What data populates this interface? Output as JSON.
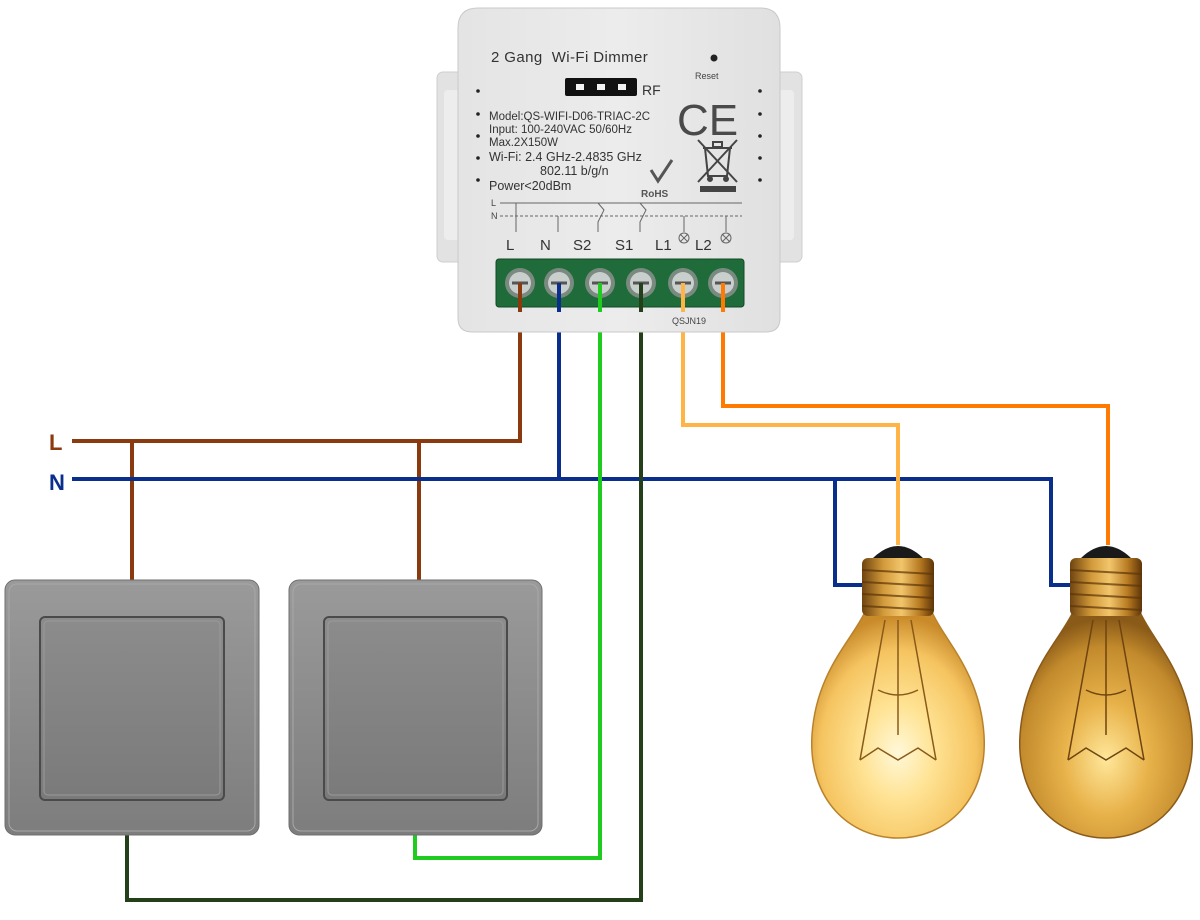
{
  "module": {
    "title": "2 Gang  Wi-Fi Dimmer",
    "rf_label": "RF",
    "reset_label": "Reset",
    "specs": [
      "Model:QS-WIFI-D06-TRIAC-2C",
      "Input: 100-240VAC 50/60Hz",
      "Max.2X150W",
      "Wi-Fi: 2.4 GHz-2.4835 GHz",
      "802.11 b/g/n",
      "Power<20dBm"
    ],
    "ce_mark": "CE",
    "rohs_label": "RoHS",
    "terminals": [
      "L",
      "N",
      "S2",
      "S1",
      "L1",
      "L2"
    ],
    "mini_rail_l": "L",
    "mini_rail_n": "N",
    "batch_code": "QSJN19"
  },
  "rails": {
    "l_label": "L",
    "n_label": "N"
  },
  "colors": {
    "live": "#8B3A0F",
    "neutral": "#0A2E8C",
    "s2": "#1FCB1F",
    "s1": "#24401A",
    "l1": "#FFB445",
    "l2": "#FF7A00",
    "rail_l_text": "#8B3A0F",
    "rail_n_text": "#0A2E8C"
  },
  "icons": [
    "ce-mark-icon",
    "weee-bin-icon",
    "rohs-check-icon",
    "bulb-icon",
    "wall-switch-icon"
  ]
}
